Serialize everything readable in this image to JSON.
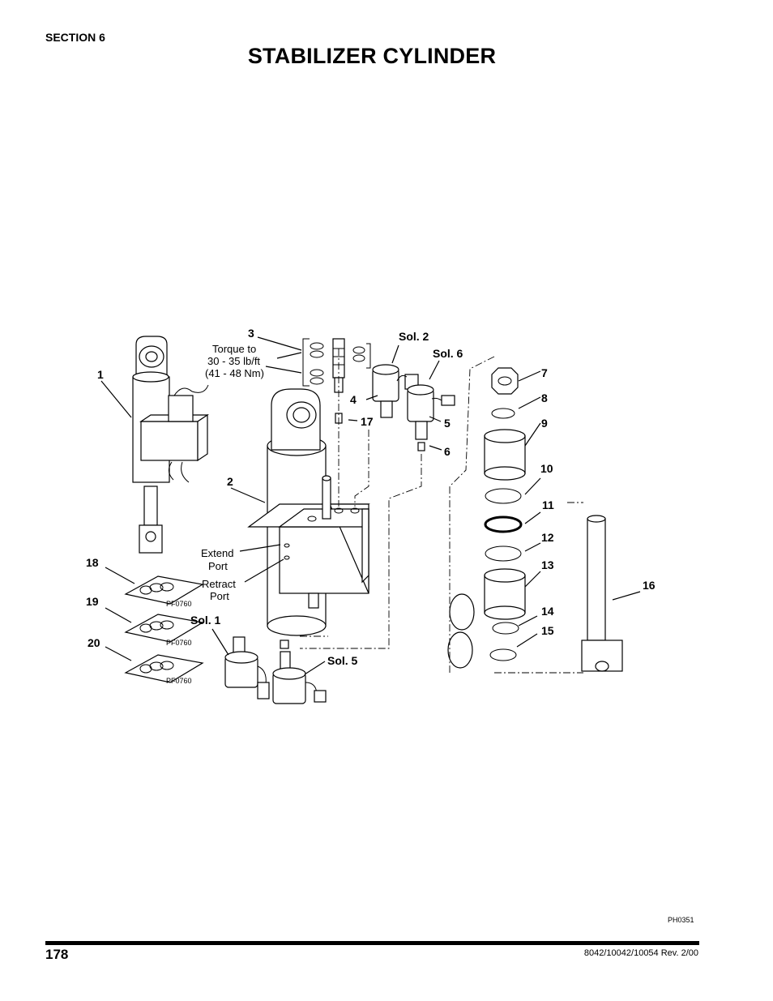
{
  "header": {
    "section": "SECTION 6",
    "title": "STABILIZER CYLINDER"
  },
  "callouts": {
    "c1": "1",
    "c2": "2",
    "c3": "3",
    "c4": "4",
    "c5": "5",
    "c6": "6",
    "c7": "7",
    "c8": "8",
    "c9": "9",
    "c10": "10",
    "c11": "11",
    "c12": "12",
    "c13": "13",
    "c14": "14",
    "c15": "15",
    "c16": "16",
    "c17": "17",
    "c18": "18",
    "c19": "19",
    "c20": "20",
    "sol1": "Sol. 1",
    "sol2": "Sol. 2",
    "sol5": "Sol. 5",
    "sol6": "Sol. 6"
  },
  "notes": {
    "torque_line1": "Torque to",
    "torque_line2": "30 - 35 lb/ft",
    "torque_line3": "(41 - 48 Nm)",
    "extend_line1": "Extend",
    "extend_line2": "Port",
    "retract_line1": "Retract",
    "retract_line2": "Port"
  },
  "kit_codes": [
    "PF0760",
    "PF0760",
    "PF0760"
  ],
  "figure_id": "PH0351",
  "footer": {
    "page_number": "178",
    "doc_ref": "8042/10042/10054 Rev. 2/00"
  }
}
